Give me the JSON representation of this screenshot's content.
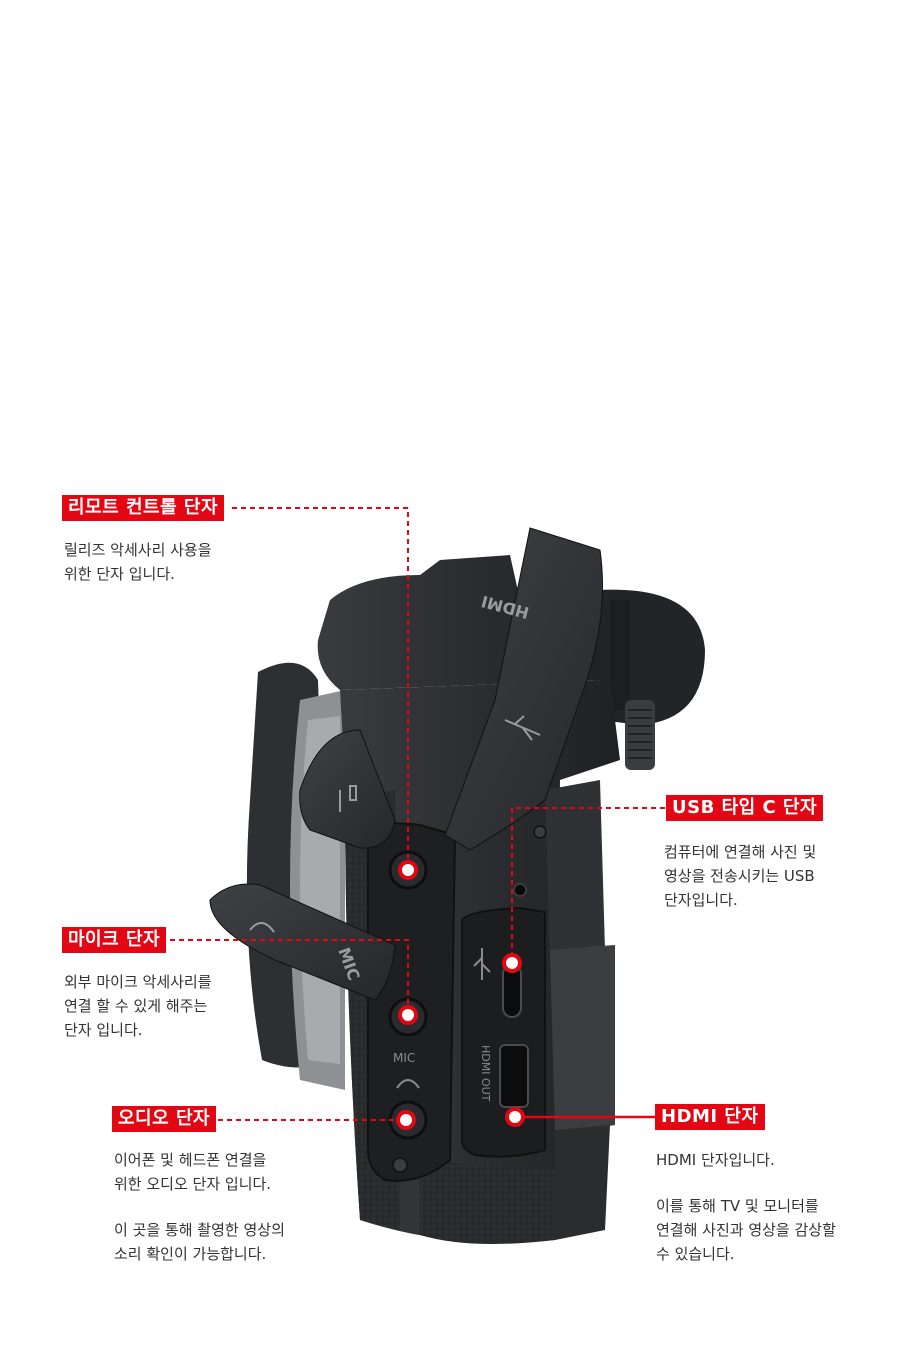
{
  "callouts": {
    "remote": {
      "title": "리모트 컨트롤 단자",
      "lines": [
        "릴리즈 악세사리 사용을",
        "위한 단자 입니다."
      ]
    },
    "usb": {
      "title": "USB 타입 C 단자",
      "lines": [
        "컴퓨터에 연결해 사진 및",
        "영상을 전송시키는 USB",
        "단자입니다."
      ]
    },
    "mic": {
      "title": "마이크 단자",
      "lines": [
        "외부 마이크 악세사리를",
        "연결 할 수 있게 해주는",
        "단자 입니다."
      ]
    },
    "audio": {
      "title": "오디오 단자",
      "lines": [
        "이어폰 및 헤드폰 연결을",
        "위한 오디오 단자 입니다."
      ],
      "lines2": [
        "이 곳을 통해 촬영한 영상의",
        "소리 확인이 가능합니다."
      ]
    },
    "hdmi": {
      "title": "HDMI 단자",
      "lines": [
        "HDMI 단자입니다."
      ],
      "lines2": [
        "이를 통해 TV 및 모니터를",
        "연결해 사진과 영상을 감상할",
        "수 있습니다."
      ]
    }
  },
  "camera_markings": {
    "hdmi_cover": "HDMI",
    "mic_cover": "MIC",
    "mic_port": "MIC",
    "hdmi_port": "HDMI OUT"
  },
  "colors": {
    "accent": "#e30613",
    "body": "#2b2c2e",
    "text": "#333333"
  },
  "icons": [
    "usb-icon",
    "microphone-icon",
    "headphone-icon",
    "remote-icon"
  ]
}
